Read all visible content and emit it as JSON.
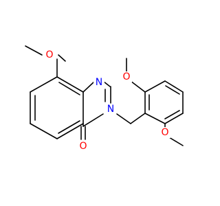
{
  "molecule": {
    "atoms": {
      "o_top_methoxy": "O",
      "n1": "N",
      "n3": "N",
      "o_carbonyl": "O",
      "o_right_top": "O",
      "o_right_bottom": "O"
    }
  },
  "colors": {
    "bond": "#000000",
    "oxygen": "#ff0000",
    "nitrogen": "#0000ff"
  }
}
